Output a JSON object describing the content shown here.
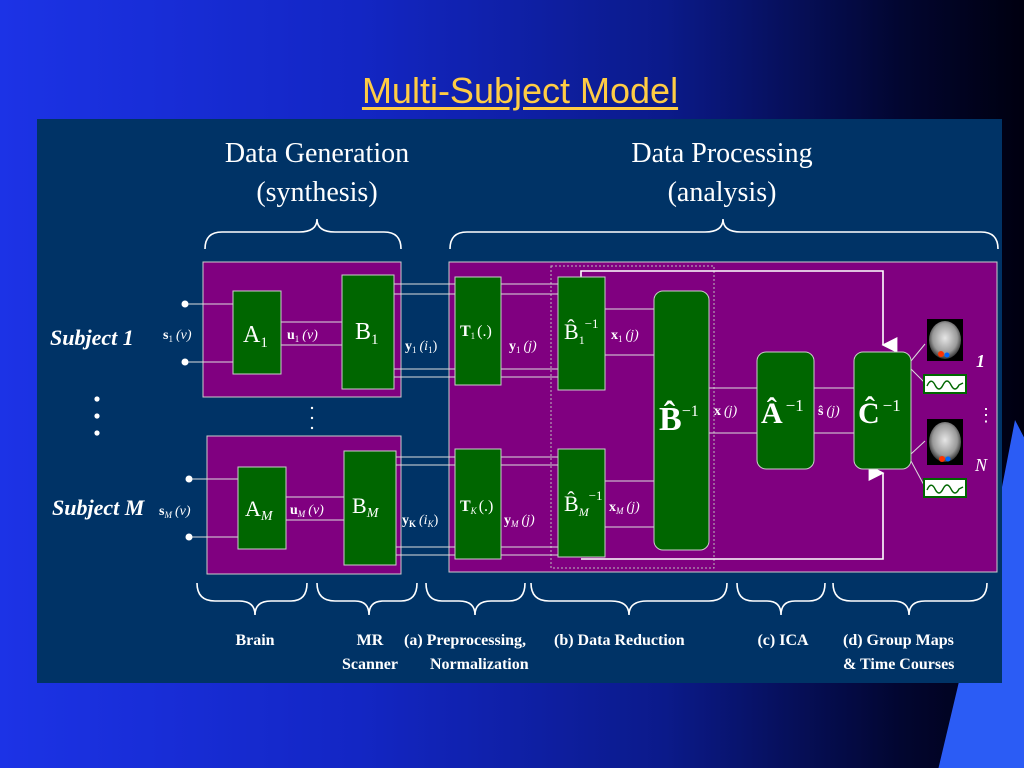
{
  "slide": {
    "title": "Multi-Subject Model"
  },
  "headers": {
    "generation": [
      "Data Generation",
      "(synthesis)"
    ],
    "processing": [
      "Data Processing",
      "(analysis)"
    ]
  },
  "subjects": {
    "first": "Subject 1",
    "last": "Subject M",
    "ellipsis": "⋮"
  },
  "subject1": {
    "source": "s",
    "source_sub": "1",
    "source_arg": "(v)",
    "mix_block": "A",
    "mix_sub": "1",
    "signal": "u",
    "signal_sub": "1",
    "signal_arg": "(v)",
    "scanner_block": "B",
    "scanner_sub": "1",
    "output": "y",
    "output_sub": "1",
    "output_arg": "(i",
    "output_arg_sub": "1",
    "output_close": ")"
  },
  "subjectM": {
    "source": "s",
    "source_sub": "M",
    "source_arg": "(v)",
    "mix_block": "A",
    "mix_sub": "M",
    "signal": "u",
    "signal_sub": "M",
    "signal_arg": "(v)",
    "scanner_block": "B",
    "scanner_sub": "M",
    "output": "y",
    "output_sub": "K",
    "output_arg": "(i",
    "output_arg_sub": "K",
    "output_close": ")"
  },
  "processing": {
    "t1": "T",
    "t1_sub": "1",
    "t1_arg": "(.)",
    "tk": "T",
    "tk_sub": "K",
    "tk_arg": "(.)",
    "y1": "y",
    "y1_sub": "1",
    "y1_arg": "(j)",
    "yM": "y",
    "yM_sub": "M",
    "yM_arg": "(j)",
    "bhat1": "B̂",
    "bhat1_sub": "1",
    "bhat1_sup": "−1",
    "bhatM": "B̂",
    "bhatM_sub": "M",
    "bhatM_sup": "−1",
    "x1": "x",
    "x1_sub": "1",
    "x1_arg": "(j)",
    "xM": "x",
    "xM_sub": "M",
    "xM_arg": "(j)",
    "bhat": "B̂",
    "bhat_sup": "−1",
    "x": "x",
    "x_arg": "(j)",
    "ahat": "Â",
    "ahat_sup": "−1",
    "shat": "ŝ",
    "shat_arg": "(j)",
    "chat": "Ĉ",
    "chat_sup": "−1",
    "out_first": "1",
    "out_last": "N",
    "out_dots": "⋮"
  },
  "stages": {
    "brain": [
      "Brain"
    ],
    "scanner": [
      "MR",
      "Scanner"
    ],
    "preproc": [
      "(a) Preprocessing,",
      "Normalization"
    ],
    "reduction": [
      "(b) Data Reduction"
    ],
    "ica": [
      "(c) ICA"
    ],
    "maps": [
      "(d) Group Maps",
      "& Time Courses"
    ]
  },
  "colors": {
    "panel": "#003366",
    "purple": "#800080",
    "green": "#006600",
    "title": "#ffcc44"
  }
}
